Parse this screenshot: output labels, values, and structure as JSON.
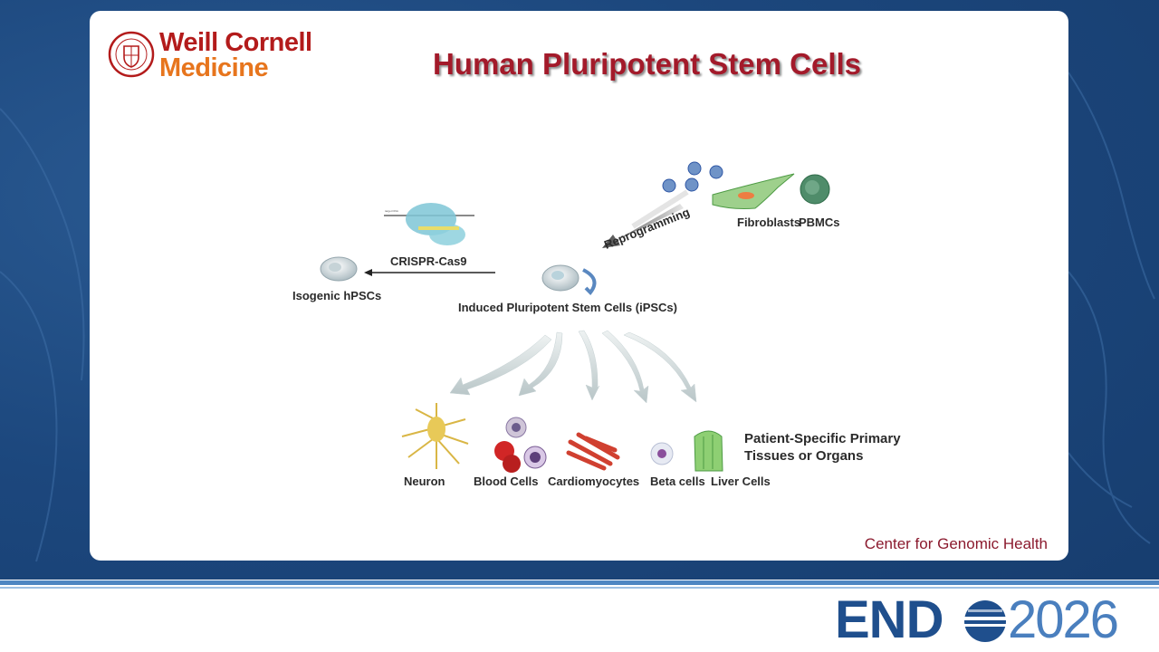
{
  "slide": {
    "title": "Human Pluripotent Stem Cells",
    "logo": {
      "line1": "Weill Cornell",
      "line2": "Medicine"
    },
    "footer_text": "Center for Genomic Health"
  },
  "diagram": {
    "crispr": "CRISPR-Cas9",
    "isogenic": "Isogenic hPSCs",
    "ipsc": "Induced Pluripotent Stem Cells (iPSCs)",
    "reprogramming": "Reprogramming",
    "fibroblasts": "Fibroblasts",
    "pbmcs": "PBMCs",
    "neuron": "Neuron",
    "blood": "Blood Cells",
    "cardio": "Cardiomyocytes",
    "beta": "Beta cells",
    "liver": "Liver Cells",
    "patient_line1": "Patient-Specific Primary",
    "patient_line2": "Tissues or Organs"
  },
  "banner": {
    "end": "END",
    "year": "2026"
  },
  "colors": {
    "title": "#a31a2a",
    "logo_red": "#b31b1b",
    "logo_orange": "#e7751d",
    "endo_dark": "#1f4f8d",
    "endo_light": "#4a7fbe",
    "footer_text": "#8b1a2e"
  }
}
